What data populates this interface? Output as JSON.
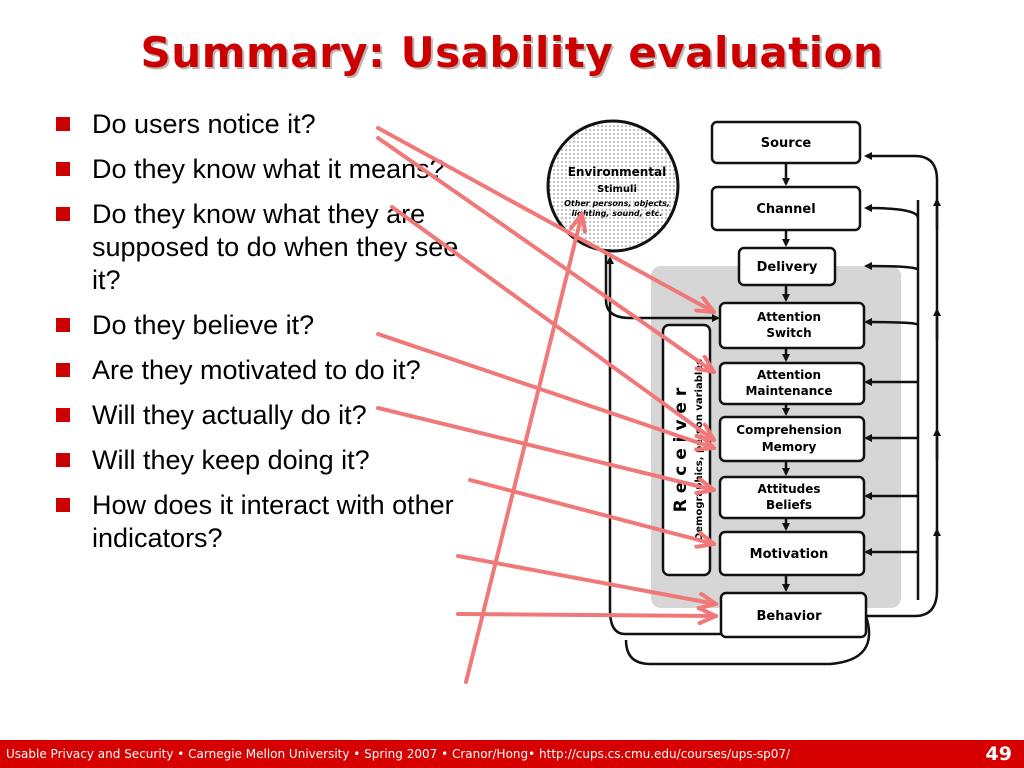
{
  "slide": {
    "title": "Summary: Usability evaluation",
    "bullets": [
      "Do users notice it?",
      "Do they know what it means?",
      "Do they know what they are supposed to do when they see it?",
      "Do they believe it?",
      "Are they motivated to do it?",
      "Will they actually do it?",
      "Will they keep doing it?",
      "How does it interact with other indicators?"
    ],
    "bullet_color": "#cc0000"
  },
  "diagram": {
    "environment": {
      "title": "Environmental",
      "subtitle": "Stimuli",
      "detail_line1": "Other persons, objects,",
      "detail_line2": "lighting, sound, etc."
    },
    "boxes": [
      {
        "line1": "Source",
        "line2": ""
      },
      {
        "line1": "Channel",
        "line2": ""
      },
      {
        "line1": "Delivery",
        "line2": ""
      },
      {
        "line1": "Attention",
        "line2": "Switch"
      },
      {
        "line1": "Attention",
        "line2": "Maintenance"
      },
      {
        "line1": "Comprehension",
        "line2": "Memory"
      },
      {
        "line1": "Attitudes",
        "line2": "Beliefs"
      },
      {
        "line1": "Motivation",
        "line2": ""
      },
      {
        "line1": "Behavior",
        "line2": ""
      }
    ],
    "receiver": {
      "label": "R e c e i v e r",
      "sublabel": "Demographics, person variables"
    },
    "arrow_color": "#f07878"
  },
  "footer": {
    "text": "Usable Privacy and Security • Carnegie Mellon University • Spring 2007 • Cranor/Hong• http://cups.cs.cmu.edu/courses/ups-sp07/",
    "page_number": "49",
    "bar_color": "#d60000"
  }
}
